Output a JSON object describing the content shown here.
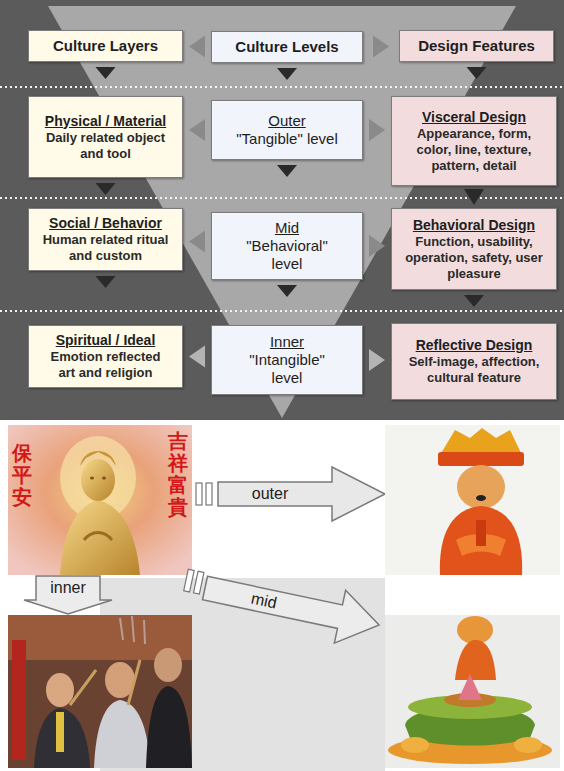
{
  "diagram": {
    "nodes": [
      {
        "text": [
          "Culture Layers"
        ]
      },
      {
        "text": [
          "Culture Levels"
        ]
      },
      {
        "text": [
          "Design Features"
        ]
      },
      {
        "text": [
          "Physical / Material",
          "Daily related object and tool"
        ]
      },
      {
        "text": [
          "Outer",
          "\"Tangible\" level"
        ]
      },
      {
        "text": [
          "Visceral Design",
          "Appearance, form, color, line, texture, pattern, detail"
        ]
      },
      {
        "text": [
          "Social / Behavior",
          "Human related ritual and custom"
        ]
      },
      {
        "text": [
          "Mid",
          "\"Behavioral\" level"
        ]
      },
      {
        "text": [
          "Behavioral Design",
          "Function, usability, operation, safety, user pleasure"
        ]
      },
      {
        "text": [
          "Spiritual / Ideal",
          "Emotion reflected art and religion"
        ]
      },
      {
        "text": [
          "Inner",
          "\"Intangible\" level"
        ]
      },
      {
        "text": [
          "Reflective Design",
          "Self-image, affection, cultural feature"
        ]
      }
    ],
    "edges": [
      {
        "from": 1,
        "to": 0,
        "arrow": "to"
      },
      {
        "from": 1,
        "to": 2,
        "arrow": "to"
      },
      {
        "from": 0,
        "to": 3,
        "arrow": "to"
      },
      {
        "from": 1,
        "to": 4,
        "arrow": "to"
      },
      {
        "from": 2,
        "to": 5,
        "arrow": "to"
      },
      {
        "from": 4,
        "to": 3,
        "arrow": "to"
      },
      {
        "from": 4,
        "to": 5,
        "arrow": "to"
      },
      {
        "from": 3,
        "to": 6,
        "arrow": "to"
      },
      {
        "from": 4,
        "to": 7,
        "arrow": "to"
      },
      {
        "from": 5,
        "to": 8,
        "arrow": "to"
      },
      {
        "from": 7,
        "to": 6,
        "arrow": "to"
      },
      {
        "from": 7,
        "to": 8,
        "arrow": "to"
      },
      {
        "from": 6,
        "to": 9,
        "arrow": "to"
      },
      {
        "from": 7,
        "to": 10,
        "arrow": "to"
      },
      {
        "from": 8,
        "to": 11,
        "arrow": "to"
      },
      {
        "from": 10,
        "to": 9,
        "arrow": "to"
      },
      {
        "from": 10,
        "to": 11,
        "arrow": "to"
      }
    ],
    "labels": [
      "保平安",
      "吉祥富貴",
      "outer",
      "mid",
      "inner"
    ]
  }
}
